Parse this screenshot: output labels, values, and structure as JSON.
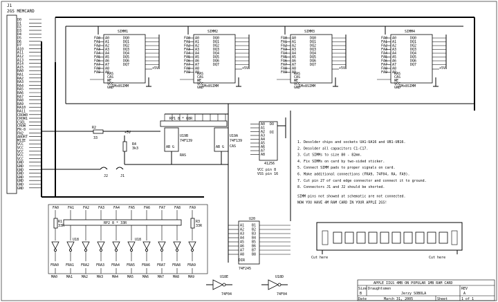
{
  "memcard": {
    "ref": "J1",
    "title": "2GS MEMCARD",
    "pins_left": [
      "D0",
      "D1",
      "D2",
      "D3",
      "D4",
      "D5",
      "D6",
      "D7",
      "A10",
      "A11",
      "A12",
      "A13",
      "A14",
      "A15",
      "RA0",
      "RA1",
      "RA2",
      "RA3",
      "RA4",
      "RA5",
      "RA6",
      "RA7",
      "RA8",
      "RA9",
      "RA10",
      "RA11",
      "CROW0",
      "CROW1",
      "CSEL",
      "CROW",
      "FR-0",
      "FH2",
      "ABORT",
      "M1ZE",
      "VCC",
      "VCC",
      "VCC",
      "VCC",
      "VCC",
      "GND",
      "GND",
      "GND",
      "GND",
      "GND",
      "GND",
      "GND",
      "GND"
    ]
  },
  "simms": [
    {
      "label": "SIMM1",
      "part": "1Mx8SIMM"
    },
    {
      "label": "SIMM2",
      "part": "1Mx8SIMM"
    },
    {
      "label": "SIMM3",
      "part": "1Mx8SIMM"
    },
    {
      "label": "SIMM4",
      "part": "1Mx8SIMM"
    }
  ],
  "simm_pins_left": [
    "FA0",
    "FA1",
    "FA2",
    "FA3",
    "FA4",
    "FA5",
    "FA6",
    "FA7",
    "FA8",
    "FA9"
  ],
  "simm_pins_mid": [
    "A0",
    "A1",
    "A2",
    "A3",
    "A4",
    "A5",
    "A6",
    "A7",
    "A8",
    "A9"
  ],
  "simm_pins_data": [
    "DQ0",
    "DQ1",
    "DQ2",
    "DQ3",
    "DQ4",
    "DQ5",
    "DQ6",
    "DQ7"
  ],
  "simm_ctrl": [
    "RAS",
    "CAS",
    "WE",
    "VCC",
    "GND"
  ],
  "rp1": {
    "label": "RP1  8 * 68R"
  },
  "u19b": {
    "ref": "U19B",
    "part": "74F139",
    "out": "RAS"
  },
  "u19a": {
    "ref": "U19A",
    "part": "74F139",
    "out": "CAS"
  },
  "r2": {
    "ref": "R2",
    "value": "33"
  },
  "r4": {
    "ref": "R4",
    "value": "3k3"
  },
  "vcc_label": "+5V",
  "j2_label": "J2",
  "j1_label": "J1",
  "u41256": {
    "part": "41256",
    "vcc_pin": "VCC pin 8",
    "vss_pin": "VSS pin 16"
  },
  "notes": [
    "1. Desolder chips and sockets UA1-UA16 and UB1-UB16.",
    "2. Desolder all capacitors C1-C17.",
    "3. Cut SIMMs to size 80 - 82mm.",
    "4. Fix SIMMs on card by two-sided sticker.",
    "5. Connect SIMM pads to proper signals on card.",
    "6. Make additional connections (FRA9, 74F04, RA, FA9).",
    "7. Cut pin 27 of card edge connector and connect it to ground.",
    "8. Connectors  J1 and J2 should be shorted.",
    "SIMM pins not showed at schematic are not connected.",
    "NOW YOU HAVE 4M RAM CARD IN YOUR APPLE 2GS!"
  ],
  "fa_labels": [
    "FA0",
    "FA1",
    "FA2",
    "FA3",
    "FA4",
    "FA5",
    "FA6",
    "FA7",
    "FA8",
    "FA9"
  ],
  "r1": {
    "ref": "R1",
    "value": "33R"
  },
  "r3": {
    "ref": "R3",
    "value": "33R"
  },
  "rp2": {
    "label": "RP2  8 * 33R"
  },
  "u18": {
    "ref": "U18",
    "part": "74F04"
  },
  "fra_labels": [
    "FRA0",
    "FRA1",
    "FRA2",
    "FRA3",
    "FRA4",
    "FRA5",
    "FRA6",
    "FRA7",
    "FRA8",
    "FRA9"
  ],
  "ma_labels": [
    "MA0",
    "MA1",
    "MA2",
    "MA3",
    "MA4",
    "MA5",
    "MA6",
    "MA7",
    "MA8",
    "MA9"
  ],
  "u20": {
    "ref": "U20",
    "part": "74F245",
    "dir": "DIR"
  },
  "u18e": {
    "ref": "U18E",
    "part": "74F04"
  },
  "u18d": {
    "ref": "U18D",
    "part": "74F04"
  },
  "cut_left": "Cut here",
  "cut_right": "Cut here",
  "title_block": {
    "title": "APPLE IIGS 4MB ON POPULAR 1MB RAM CARD",
    "size_label": "Size",
    "size": "B",
    "drawn_label": "Draughtsmen",
    "drawn": "Jerzy SOBOLA",
    "rev_label": "REV",
    "rev": "A",
    "date_label": "Date",
    "date": "March 31, 2005",
    "sheet_label": "Sheet",
    "sheet": "1  of   1"
  }
}
